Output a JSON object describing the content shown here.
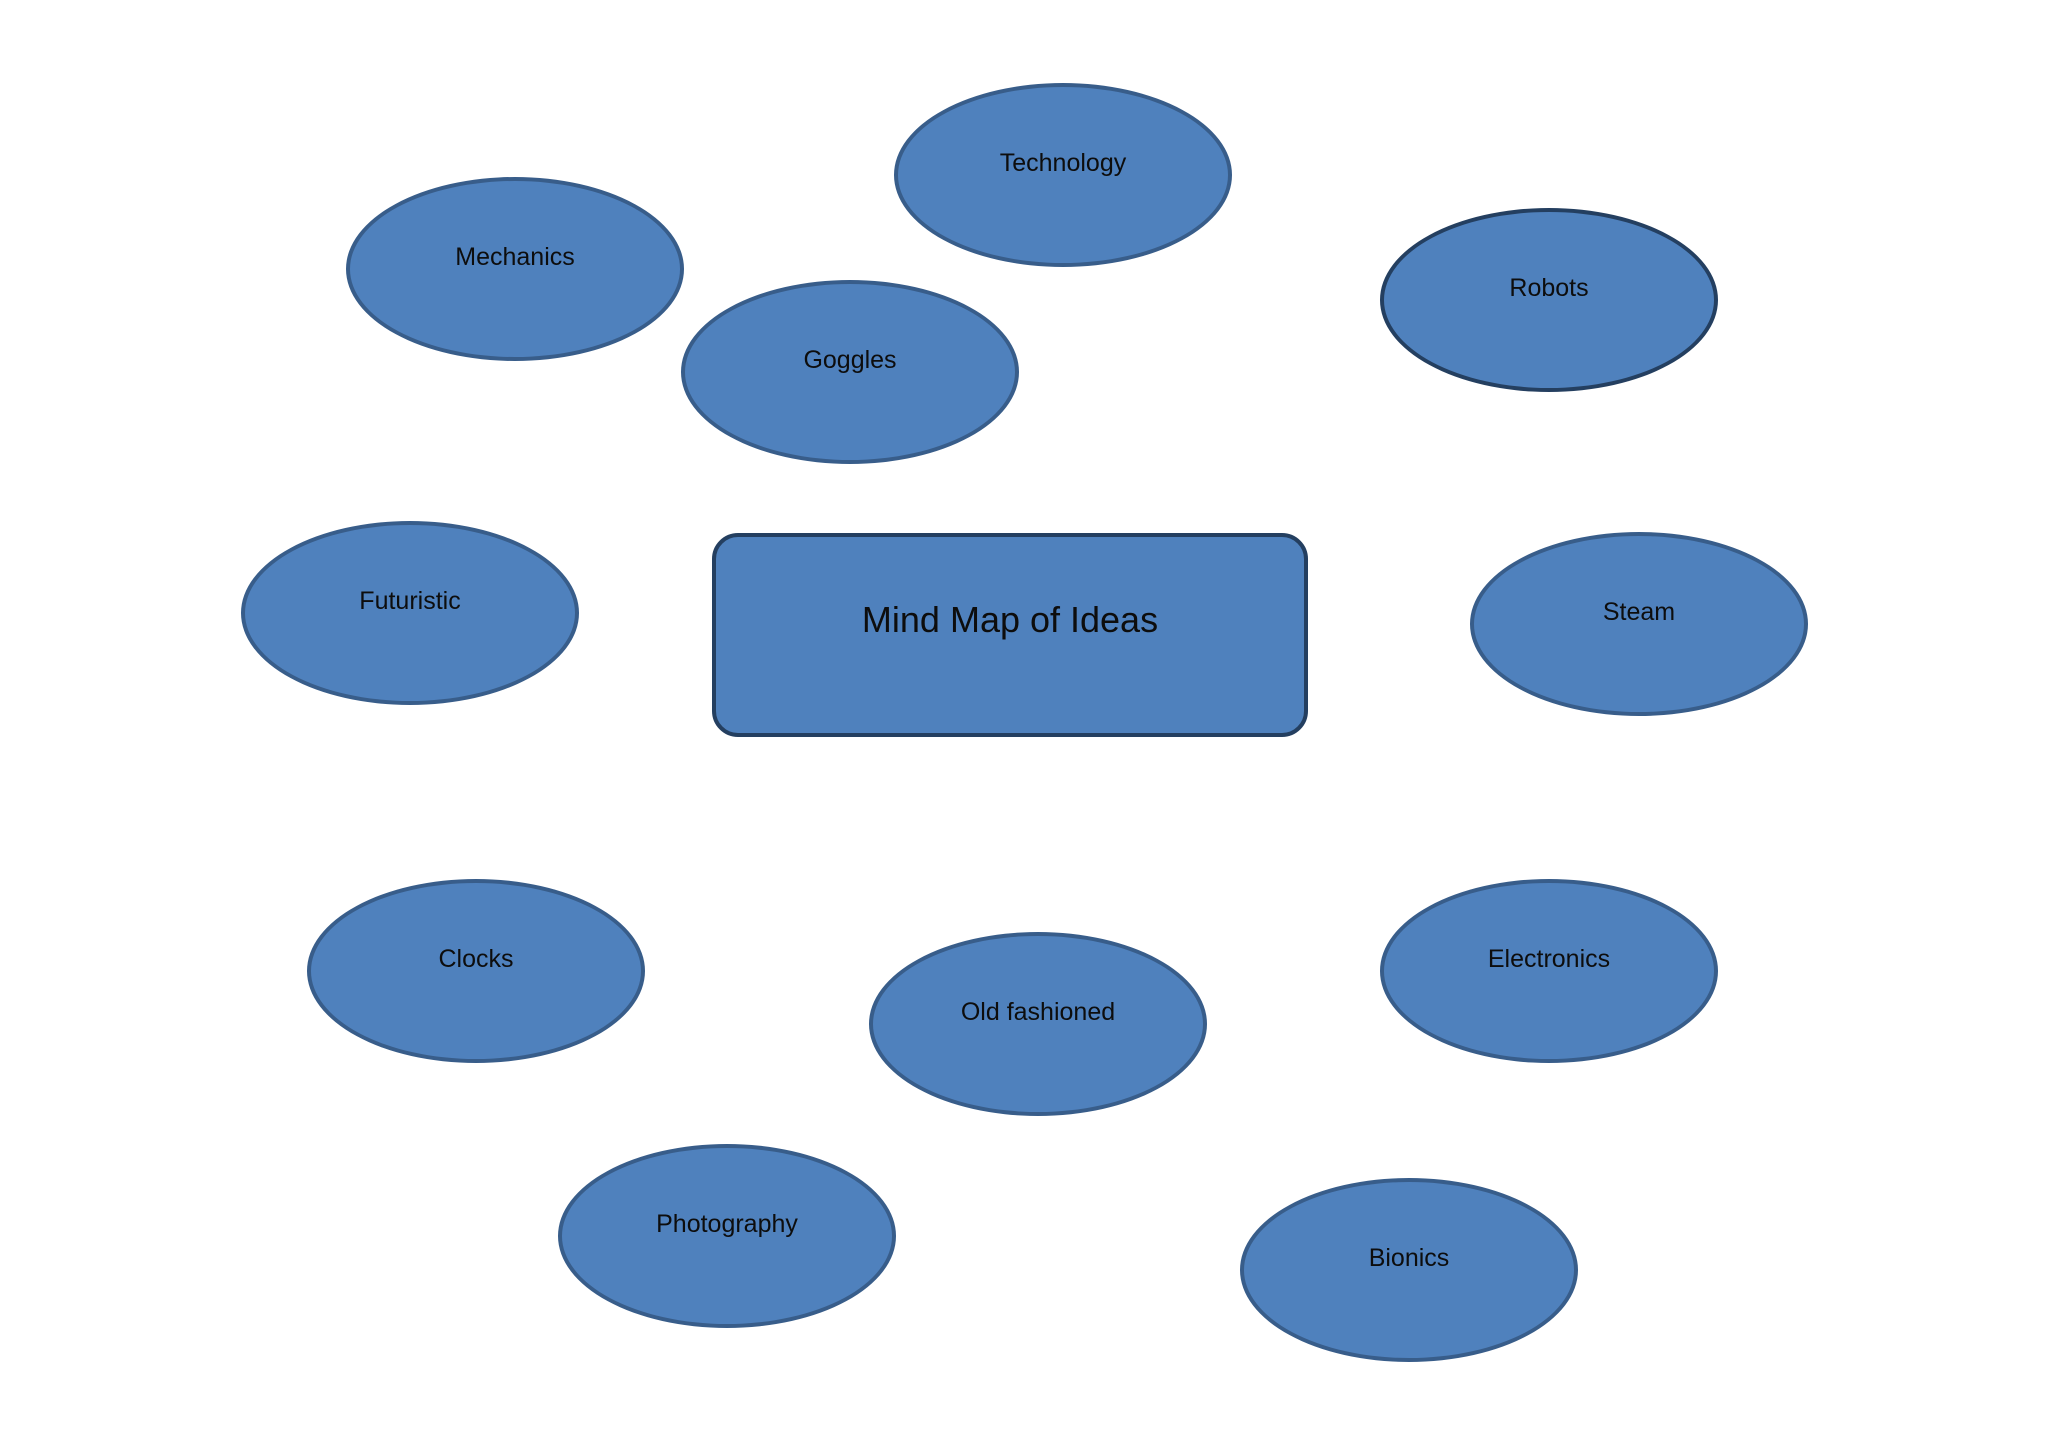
{
  "center": {
    "label": "Mind Map of Ideas"
  },
  "nodes": [
    {
      "id": "technology",
      "label": "Technology"
    },
    {
      "id": "mechanics",
      "label": "Mechanics"
    },
    {
      "id": "goggles",
      "label": "Goggles"
    },
    {
      "id": "robots",
      "label": "Robots"
    },
    {
      "id": "futuristic",
      "label": "Futuristic"
    },
    {
      "id": "steam",
      "label": "Steam"
    },
    {
      "id": "clocks",
      "label": "Clocks"
    },
    {
      "id": "old-fashioned",
      "label": "Old fashioned"
    },
    {
      "id": "electronics",
      "label": "Electronics"
    },
    {
      "id": "photography",
      "label": "Photography"
    },
    {
      "id": "bionics",
      "label": "Bionics"
    }
  ],
  "colors": {
    "fill": "#4f81bd",
    "border": "#385d8a",
    "border_dark": "#243f60",
    "text": "#0d0d0d",
    "background": "#ffffff"
  }
}
